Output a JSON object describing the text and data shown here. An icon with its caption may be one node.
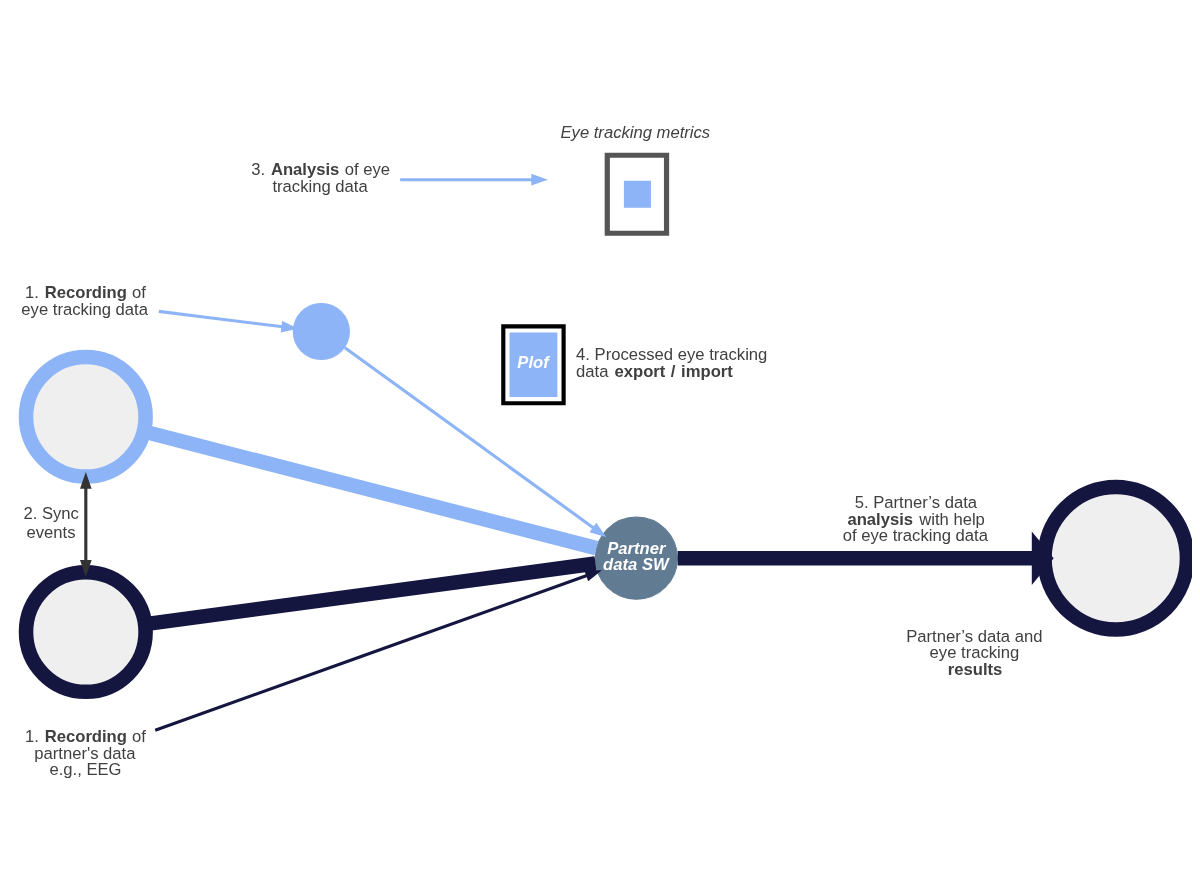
{
  "diagram": {
    "nodes": [
      {
        "text": [
          "Eye tracking metrics"
        ]
      },
      {
        "text": [
          "1. **Recording** of eye tracking data"
        ]
      },
      {
        "text": [
          "3. **Analysis** of eye tracking data"
        ]
      },
      {
        "text": [],
        "shape": "circle"
      },
      {
        "text": [
          "Plof"
        ],
        "beside": [
          "4. Processed eye tracking data **export / import**"
        ]
      },
      {
        "text": [],
        "shape": "circle"
      },
      {
        "text": [
          "Partner data SW"
        ]
      },
      {
        "text": [],
        "shape": "circle",
        "beside": [
          "Partner’s data and eye tracking **results**"
        ]
      },
      {
        "text": [],
        "shape": "circle"
      },
      {
        "text": [
          "1. **Recording** of partner's data e.g., EEG"
        ]
      }
    ],
    "edges": [
      {
        "from": 1,
        "to": 3,
        "arrow": "to"
      },
      {
        "from": 2,
        "to": 0,
        "arrow": "to"
      },
      {
        "from": 3,
        "to": 6,
        "arrow": "to"
      },
      {
        "from": 5,
        "to": 6,
        "arrow": "none",
        "style": "thick"
      },
      {
        "from": 5,
        "to": 8,
        "arrow": "both",
        "label": "2. Sync events",
        "color": "#333333"
      },
      {
        "from": 8,
        "to": 6,
        "arrow": "none",
        "style": "thick",
        "color": "#15163f"
      },
      {
        "from": 9,
        "to": 6,
        "arrow": "to",
        "color": "#15163f"
      },
      {
        "from": 6,
        "to": 7,
        "arrow": "to",
        "style": "thick",
        "color": "#15163f",
        "label": "5. Partner’s data **analysis** with help of eye tracking data"
      }
    ]
  }
}
